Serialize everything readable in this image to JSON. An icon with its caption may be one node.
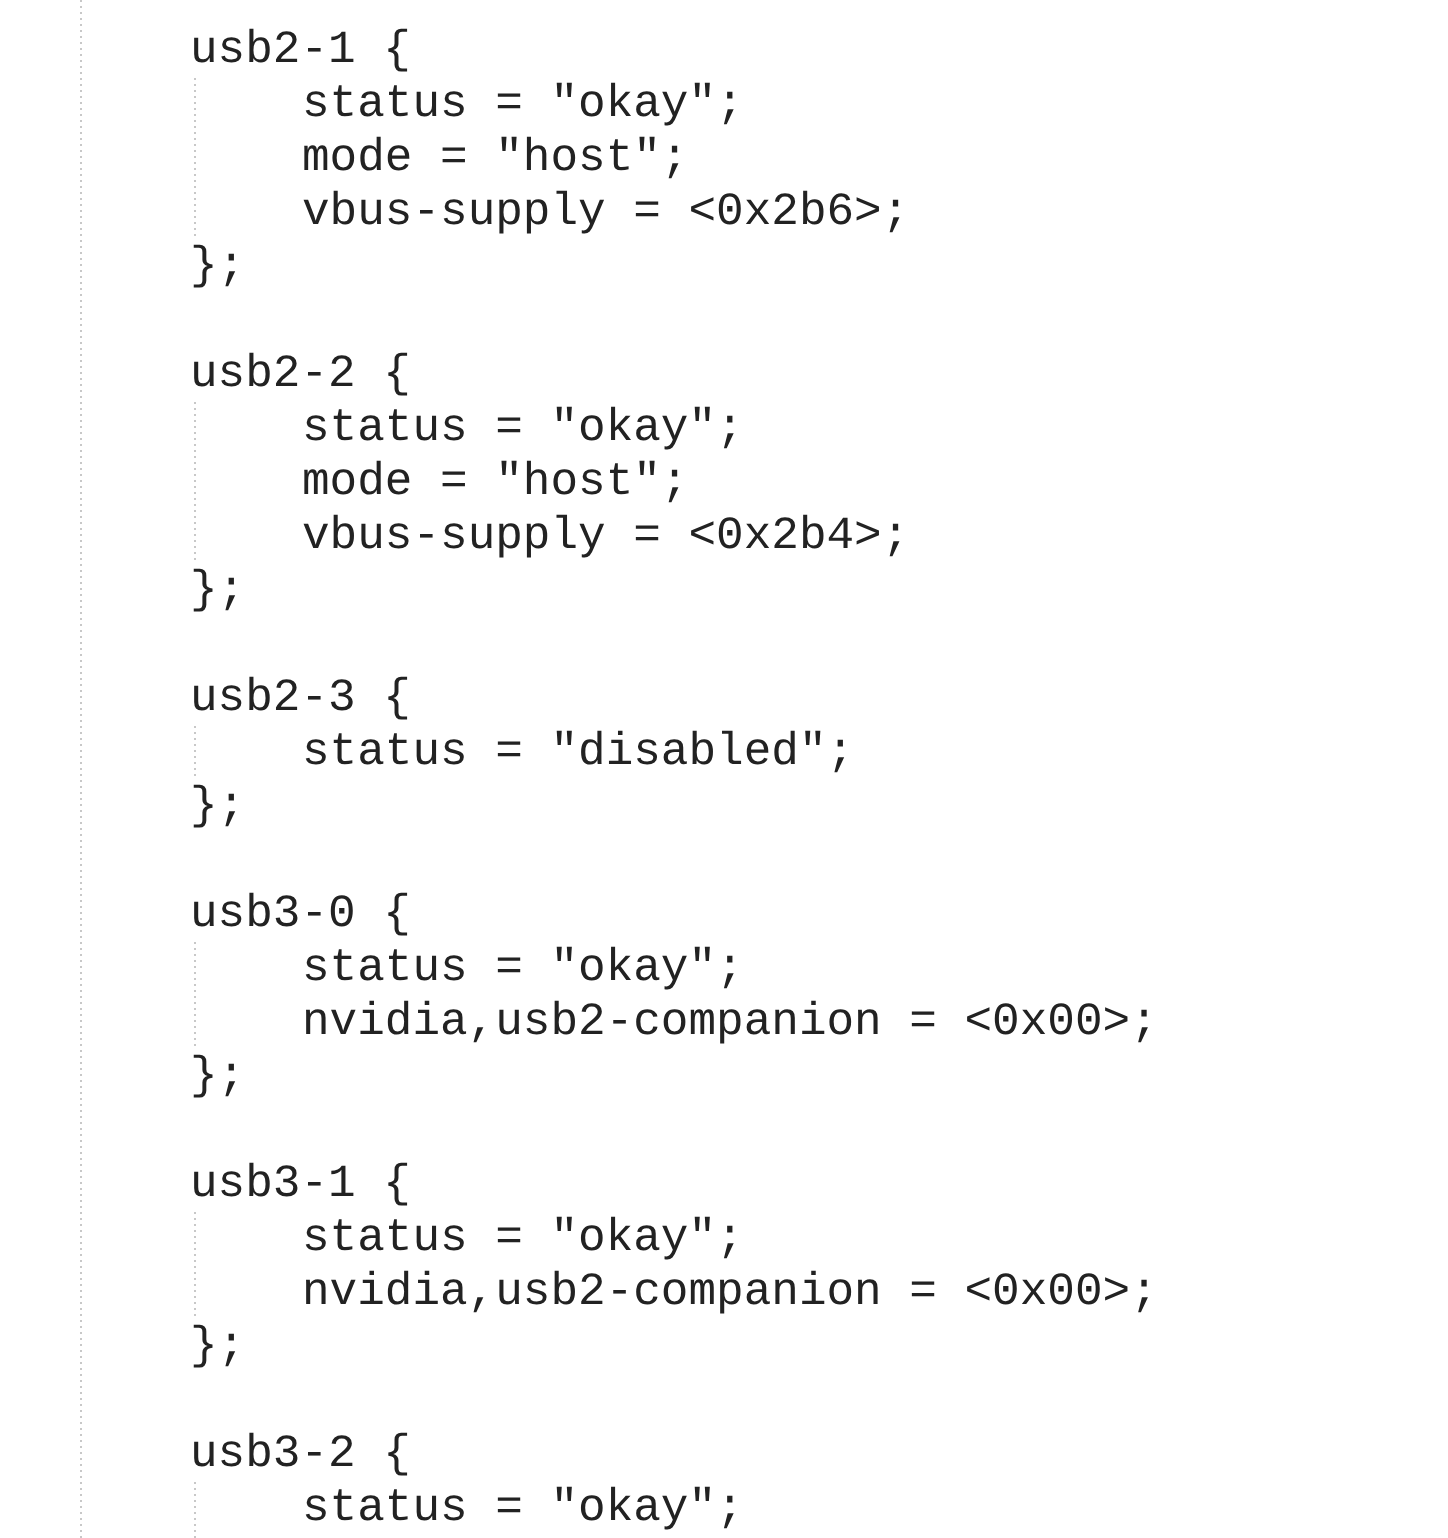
{
  "diagram": {
    "labels": [
      "usb2-1 {",
      "status = \"okay\";",
      "mode = \"host\";",
      "vbus-supply = <0x2b6>;",
      "};",
      "usb2-2 {",
      "status = \"okay\";",
      "mode = \"host\";",
      "vbus-supply = <0x2b4>;",
      "};",
      "usb2-3 {",
      "status = \"disabled\";",
      "};",
      "usb3-0 {",
      "status = \"okay\";",
      "nvidia,usb2-companion = <0x00>;",
      "};",
      "usb3-1 {",
      "status = \"okay\";",
      "nvidia,usb2-companion = <0x00>;",
      "};",
      "usb3-2 {",
      "status = \"okay\";"
    ]
  }
}
